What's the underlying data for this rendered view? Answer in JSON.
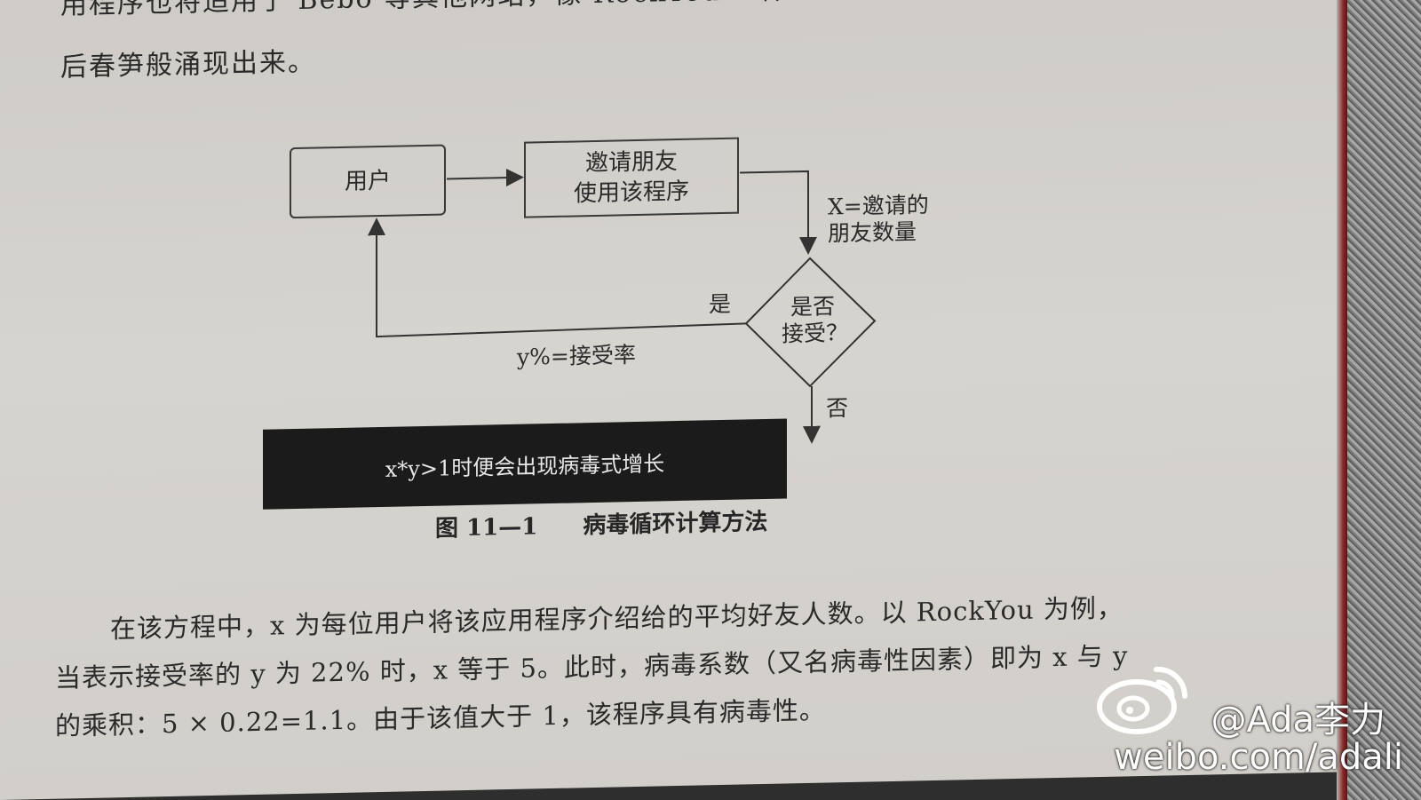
{
  "top_text": {
    "line1": "用程序也将适用于 Bebo 等其他网站，像 RockYou 一样的公司也受此影响如雨",
    "line2": "后春笋般涌现出来。"
  },
  "flowchart": {
    "user_box": "用户",
    "invite_line1": "邀请朋友",
    "invite_line2": "使用该程序",
    "x_label_line1": "X=邀请的",
    "x_label_line2": "朋友数量",
    "decision_line1": "是否",
    "decision_line2": "接受？",
    "yes_label": "是",
    "no_label": "否",
    "rate_label": "y%=接受率",
    "banner": "x*y>1时便会出现病毒式增长"
  },
  "caption": {
    "number": "图 11—1",
    "title": "病毒循环计算方法"
  },
  "body": {
    "line1": "在该方程中，x 为每位用户将该应用程序介绍给的平均好友人数。以 RockYou 为例，",
    "line2": "当表示接受率的 y 为 22% 时，x 等于 5。此时，病毒系数（又名病毒性因素）即为 x 与 y",
    "line3": "的乘积：5 × 0.22=1.1。由于该值大于 1，该程序具有病毒性。"
  },
  "watermark": {
    "handle": "@Ada李力",
    "url": "weibo.com/adali",
    "icon": "weibo-icon"
  },
  "colors": {
    "paper": "#d4d1cc",
    "ink": "#2a2a2a",
    "banner": "#1b1b1b"
  }
}
